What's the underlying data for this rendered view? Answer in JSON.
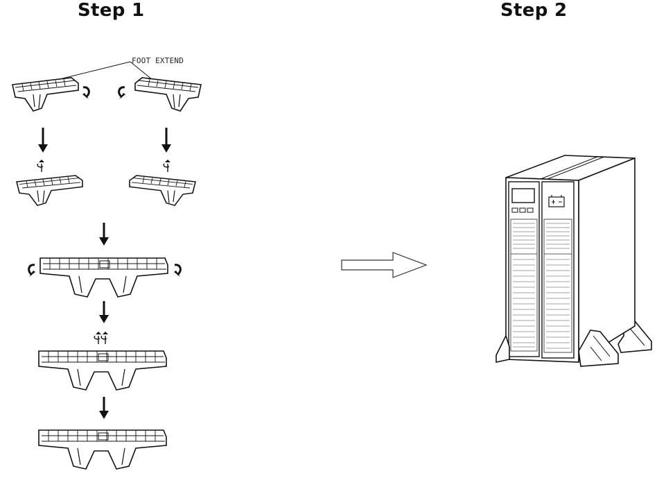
{
  "steps": [
    {
      "title": "Step 1"
    },
    {
      "title": "Step 2"
    }
  ],
  "callout": "FOOT EXTEND",
  "icons": {
    "battery": "battery-icon",
    "arrow": "hollow-right-arrow"
  },
  "colors": {
    "line": "#111111",
    "background": "#ffffff"
  }
}
